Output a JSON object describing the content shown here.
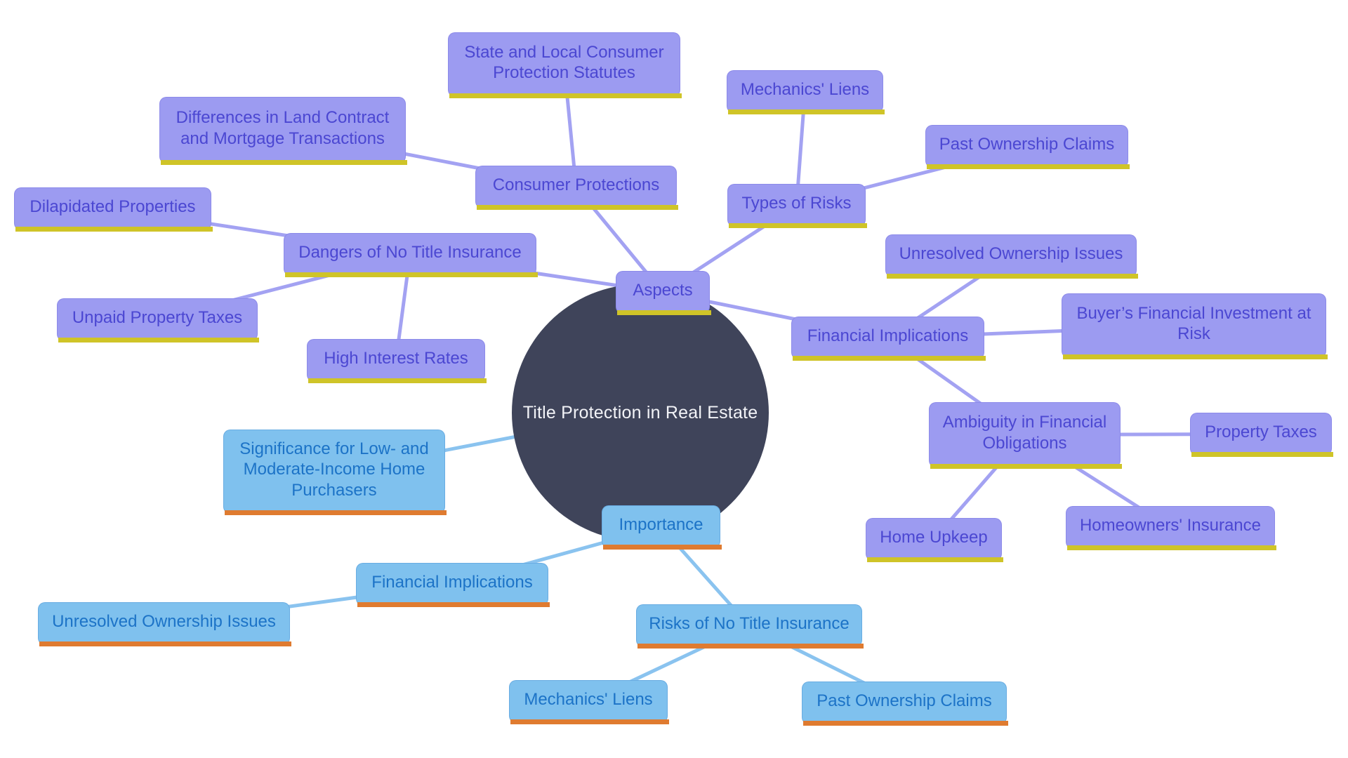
{
  "title": "Title Protection in Real Estate",
  "center": {
    "id": "center",
    "label": "Title Protection in Real Estate"
  },
  "colors": {
    "purple_node_bg": "#9c9bf1",
    "purple_node_text": "#4b47d2",
    "purple_accent_bar": "#cfc428",
    "purple_edge": "#a3a2f2",
    "blue_node_bg": "#7fc1ee",
    "blue_node_text": "#1c73c7",
    "blue_accent_bar": "#df7b30",
    "blue_edge": "#8ac3ef",
    "center_bg": "#3f445a",
    "center_text": "#f2f3f7"
  },
  "nodes": [
    {
      "id": "state_statutes",
      "label": "State and Local Consumer Protection Statutes",
      "family": "purple"
    },
    {
      "id": "differences",
      "label": "Differences in Land Contract and Mortgage Transactions",
      "family": "purple"
    },
    {
      "id": "mech_liens_p",
      "label": "Mechanics' Liens",
      "family": "purple"
    },
    {
      "id": "past_claims_p",
      "label": "Past Ownership Claims",
      "family": "purple"
    },
    {
      "id": "consumer_prot",
      "label": "Consumer Protections",
      "family": "purple"
    },
    {
      "id": "types_risks",
      "label": "Types of Risks",
      "family": "purple"
    },
    {
      "id": "dilapidated",
      "label": "Dilapidated Properties",
      "family": "purple"
    },
    {
      "id": "dangers",
      "label": "Dangers of No Title Insurance",
      "family": "purple"
    },
    {
      "id": "unresolved_p",
      "label": "Unresolved Ownership Issues",
      "family": "purple"
    },
    {
      "id": "aspects",
      "label": "Aspects",
      "family": "purple"
    },
    {
      "id": "fin_impl_p",
      "label": "Financial Implications",
      "family": "purple"
    },
    {
      "id": "buyers_risk",
      "label": "Buyer’s Financial Investment at Risk",
      "family": "purple"
    },
    {
      "id": "unpaid_taxes",
      "label": "Unpaid Property Taxes",
      "family": "purple"
    },
    {
      "id": "high_interest",
      "label": "High Interest Rates",
      "family": "purple"
    },
    {
      "id": "ambiguity",
      "label": "Ambiguity in Financial Obligations",
      "family": "purple"
    },
    {
      "id": "property_taxes",
      "label": "Property Taxes",
      "family": "purple"
    },
    {
      "id": "home_upkeep",
      "label": "Home Upkeep",
      "family": "purple"
    },
    {
      "id": "homeowners_ins",
      "label": "Homeowners' Insurance",
      "family": "purple"
    },
    {
      "id": "significance",
      "label": "Significance for Low- and Moderate-Income Home Purchasers",
      "family": "blue"
    },
    {
      "id": "importance",
      "label": "Importance",
      "family": "blue"
    },
    {
      "id": "fin_impl_b",
      "label": "Financial Implications",
      "family": "blue"
    },
    {
      "id": "unresolved_b",
      "label": "Unresolved Ownership Issues",
      "family": "blue"
    },
    {
      "id": "risks_no_ti",
      "label": "Risks of No Title Insurance",
      "family": "blue"
    },
    {
      "id": "mech_liens_b",
      "label": "Mechanics' Liens",
      "family": "blue"
    },
    {
      "id": "past_claims_b",
      "label": "Past Ownership Claims",
      "family": "blue"
    }
  ],
  "edges": [
    {
      "from": "consumer_prot",
      "to": "state_statutes",
      "family": "purple"
    },
    {
      "from": "consumer_prot",
      "to": "differences",
      "family": "purple"
    },
    {
      "from": "aspects",
      "to": "consumer_prot",
      "family": "purple"
    },
    {
      "from": "types_risks",
      "to": "mech_liens_p",
      "family": "purple"
    },
    {
      "from": "types_risks",
      "to": "past_claims_p",
      "family": "purple"
    },
    {
      "from": "aspects",
      "to": "types_risks",
      "family": "purple"
    },
    {
      "from": "dangers",
      "to": "dilapidated",
      "family": "purple"
    },
    {
      "from": "dangers",
      "to": "unpaid_taxes",
      "family": "purple"
    },
    {
      "from": "dangers",
      "to": "high_interest",
      "family": "purple"
    },
    {
      "from": "aspects",
      "to": "dangers",
      "family": "purple"
    },
    {
      "from": "aspects",
      "to": "center",
      "family": "purple"
    },
    {
      "from": "fin_impl_p",
      "to": "unresolved_p",
      "family": "purple"
    },
    {
      "from": "fin_impl_p",
      "to": "buyers_risk",
      "family": "purple"
    },
    {
      "from": "fin_impl_p",
      "to": "ambiguity",
      "family": "purple"
    },
    {
      "from": "aspects",
      "to": "fin_impl_p",
      "family": "purple"
    },
    {
      "from": "ambiguity",
      "to": "property_taxes",
      "family": "purple"
    },
    {
      "from": "ambiguity",
      "to": "home_upkeep",
      "family": "purple"
    },
    {
      "from": "ambiguity",
      "to": "homeowners_ins",
      "family": "purple"
    },
    {
      "from": "center",
      "to": "significance",
      "family": "blue"
    },
    {
      "from": "center",
      "to": "importance",
      "family": "blue"
    },
    {
      "from": "importance",
      "to": "fin_impl_b",
      "family": "blue"
    },
    {
      "from": "importance",
      "to": "risks_no_ti",
      "family": "blue"
    },
    {
      "from": "fin_impl_b",
      "to": "unresolved_b",
      "family": "blue"
    },
    {
      "from": "risks_no_ti",
      "to": "mech_liens_b",
      "family": "blue"
    },
    {
      "from": "risks_no_ti",
      "to": "past_claims_b",
      "family": "blue"
    }
  ]
}
